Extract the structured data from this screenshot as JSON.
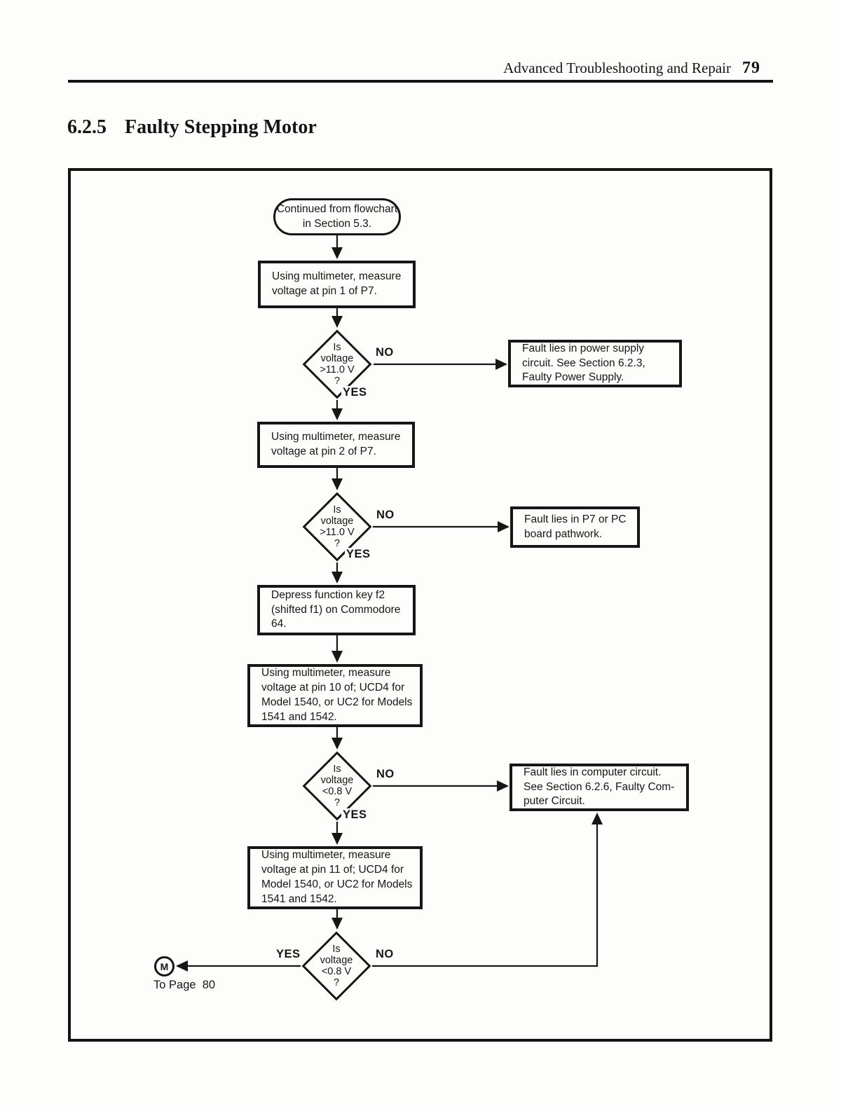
{
  "header": {
    "title": "Advanced Troubleshooting and Repair",
    "page_number": "79"
  },
  "section": {
    "number": "6.2.5",
    "title": "Faulty Stepping Motor"
  },
  "flowchart": {
    "labels": {
      "yes": "YES",
      "no": "NO"
    },
    "nodes": {
      "start": "Continued from flowchart\nin Section 5.3.",
      "measure_pin1": "Using multimeter, measure\nvoltage at pin 1 of P7.",
      "decision1": "Is\nvoltage\n>11.0 V\n?",
      "fault_power": "Fault lies in power supply\ncircuit.  See Section 6.2.3,\nFaulty Power Supply.",
      "measure_pin2": "Using multimeter, measure\nvoltage at pin 2 of P7.",
      "decision2": "Is\nvoltage\n>11.0 V\n?",
      "fault_p7": "Fault lies in P7 or PC\nboard pathwork.",
      "depress_f2": "Depress function key f2\n(shifted f1) on Commodore 64.",
      "measure_pin10": "Using multimeter, measure\nvoltage at pin 10 of; UCD4 for\nModel 1540, or UC2 for Models\n1541 and 1542.",
      "decision3": "Is\nvoltage\n<0.8 V\n?",
      "fault_computer": "Fault lies in computer circuit.\nSee Section 6.2.6, Faulty Com-\nputer Circuit.",
      "measure_pin11": "Using multimeter, measure\nvoltage at pin 11 of; UCD4 for\nModel 1540, or UC2 for Models\n1541 and 1542.",
      "decision4": "Is\nvoltage\n<0.8 V\n?"
    },
    "offpage_connector": {
      "letter": "M",
      "caption": "To Page  80"
    }
  }
}
